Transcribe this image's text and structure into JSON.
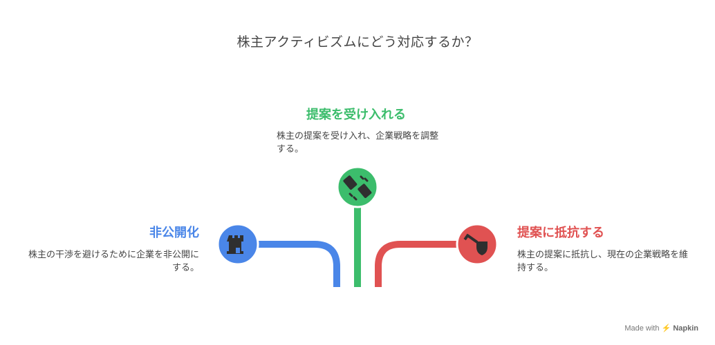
{
  "title": "株主アクティビズムにどう対応するか？",
  "options": {
    "accept": {
      "title": "提案を受け入れる",
      "description": "株主の提案を受け入れ、企業戦略を調整する。",
      "color": "#3cbd6c",
      "icon": "handshake-icon"
    },
    "private": {
      "title": "非公開化",
      "description": "株主の干渉を避けるために企業を非公開にする。",
      "color": "#4a86e8",
      "icon": "castle-icon"
    },
    "resist": {
      "title": "提案に抵抗する",
      "description": "株主の提案に抵抗し、現在の企業戦略を維持する。",
      "color": "#e05252",
      "icon": "shield-sword-icon"
    }
  },
  "footer": {
    "made_with": "Made with",
    "brand": "Napkin"
  }
}
